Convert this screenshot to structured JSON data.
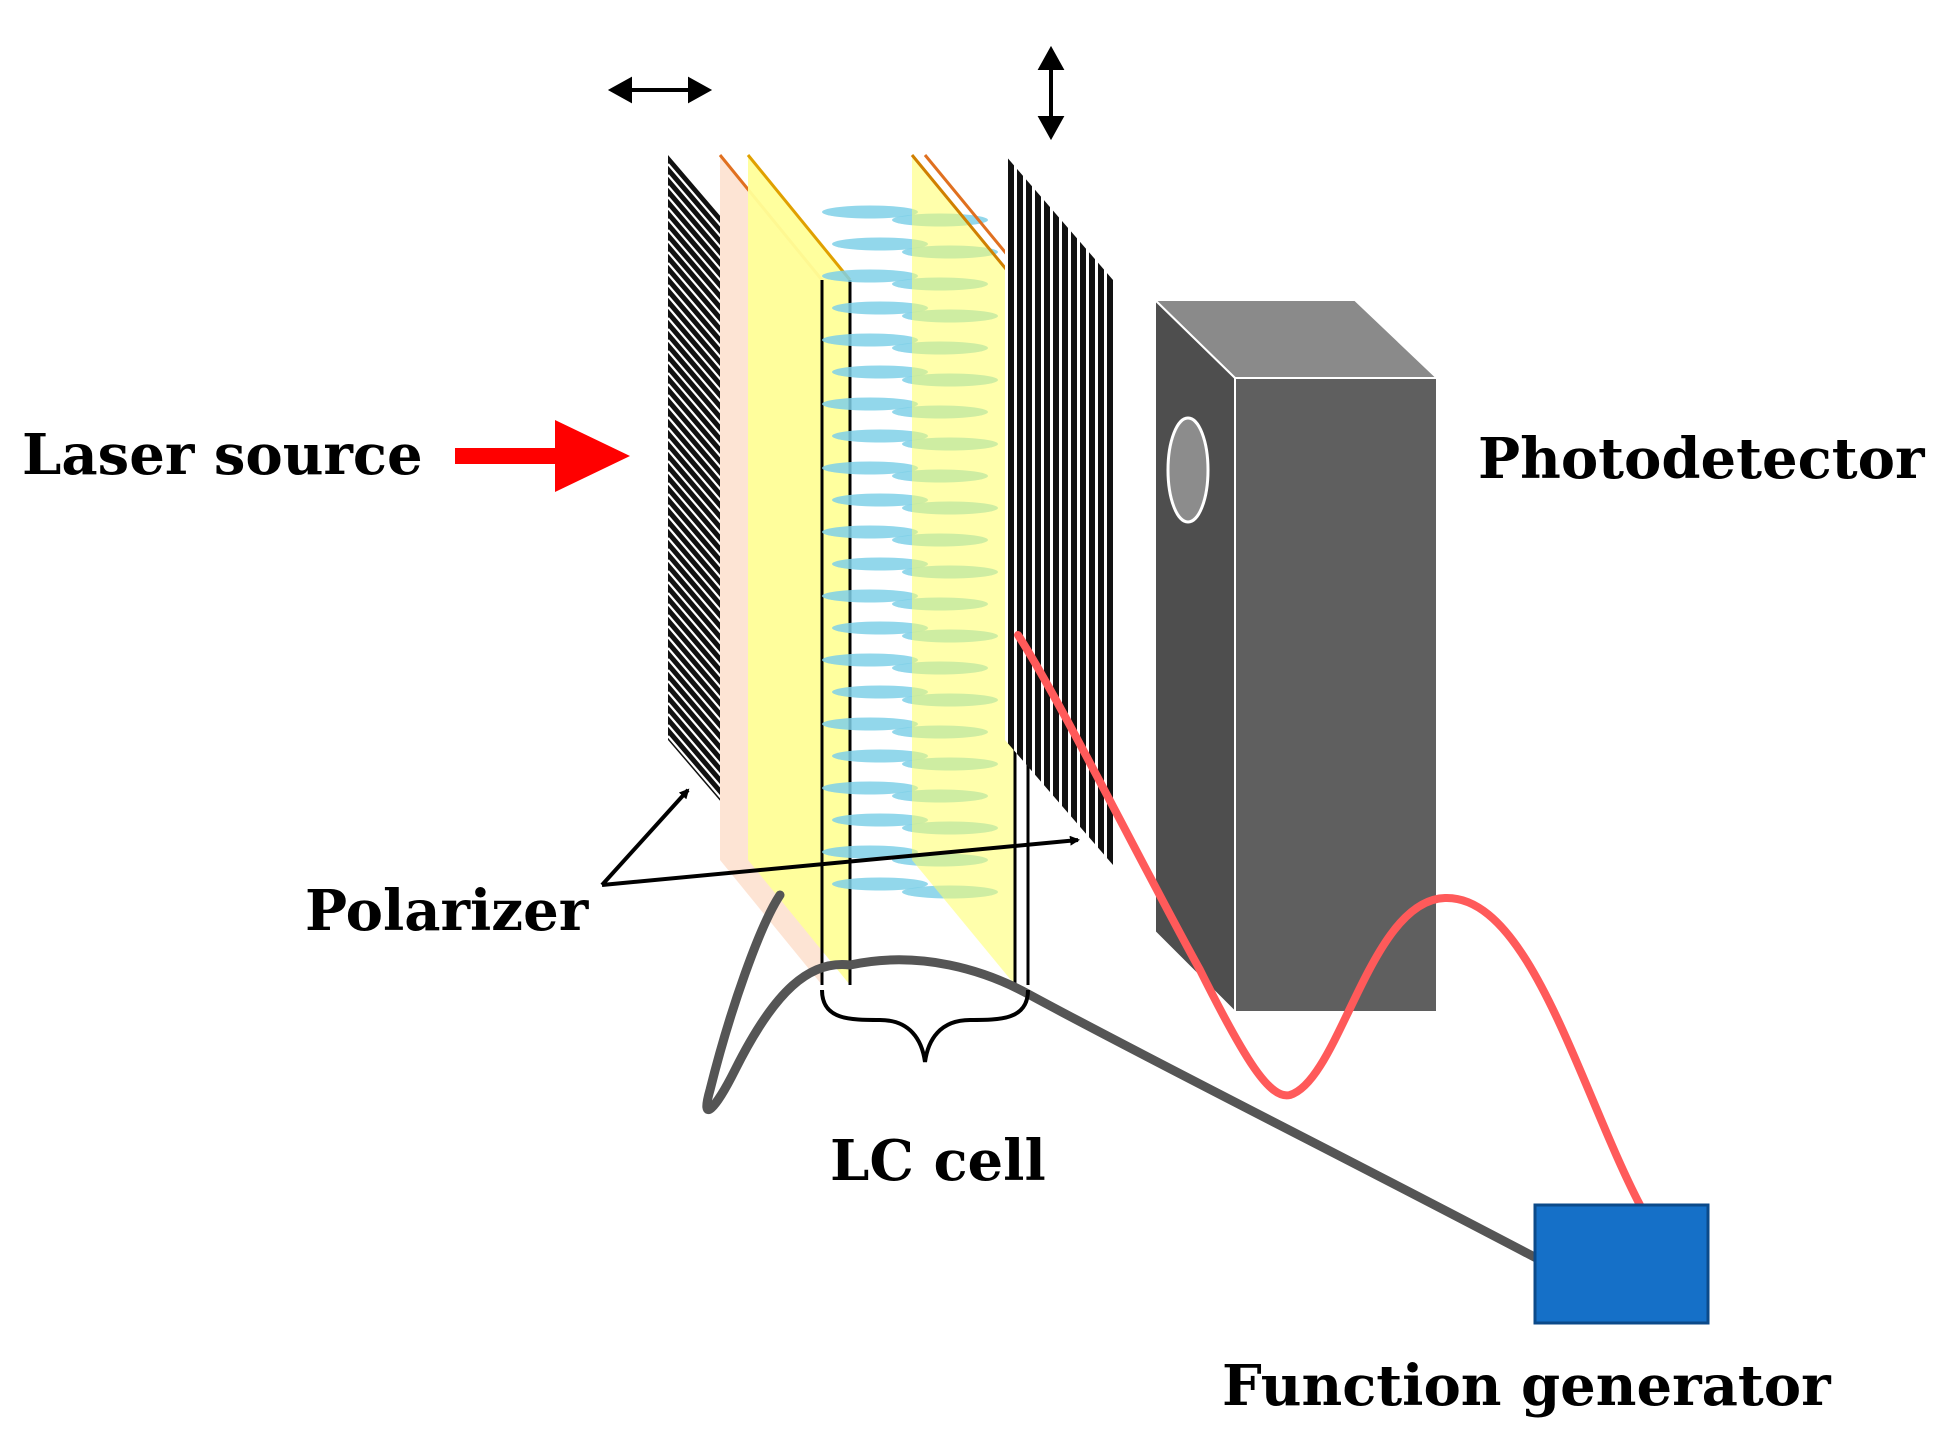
{
  "labels": {
    "laser_source": "Laser source",
    "photodetector": "Photodetector",
    "polarizer": "Polarizer",
    "lc_cell": "LC cell",
    "function_generator": "Function generator"
  },
  "colors": {
    "laser_arrow": "#ff0000",
    "polarizer_stripe": "#111111",
    "substrate_front": "#fde4d4",
    "electrode_yellow": "#ffff99",
    "electrode_edge": "#e0a000",
    "lc_molecule": "#7fd0e8",
    "detector_front": "#5f5f5f",
    "detector_side": "#4e4e4e",
    "detector_top": "#8a8a8a",
    "signal_wire": "#ff5a5a",
    "ground_wire": "#555555",
    "generator_box": "#1570c8",
    "generator_border": "#0b4a8a"
  },
  "icons": {
    "first_polarizer_axis": "horizontal-double-arrow-icon",
    "second_polarizer_axis": "vertical-double-arrow-icon",
    "laser_beam": "right-arrow-icon"
  }
}
